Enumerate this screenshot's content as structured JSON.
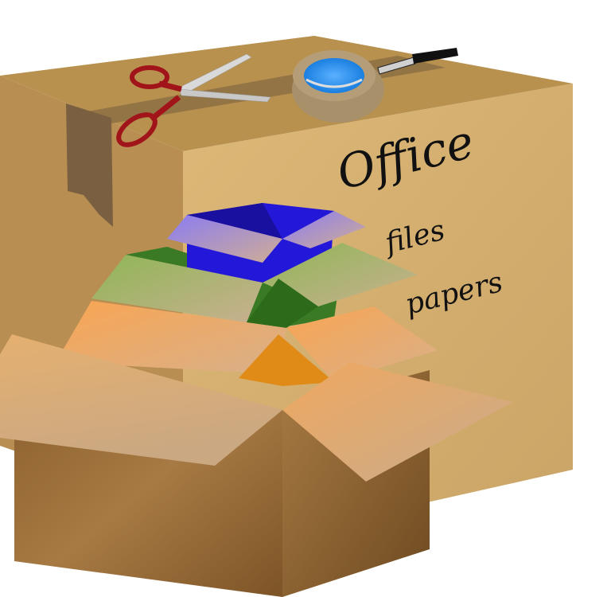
{
  "scene": {
    "description": "Clipart of office moving boxes",
    "big_box": {
      "title": "Office",
      "labels": [
        "files",
        "papers"
      ],
      "colors": {
        "top": "#b8914f",
        "front_right": "#d6b271",
        "left": "#b88e52",
        "tape": "#8a6d42",
        "flap_shadow": "#7a6040"
      }
    },
    "tools": {
      "scissors": {
        "handle_color": "#a0141a",
        "blade_color": "#d9d9d9"
      },
      "tape_roll": {
        "outer_color": "#a8906a",
        "inner_color": "#1a7fe0"
      },
      "marker": {
        "body_color": "#d0d0d0",
        "cap_color": "#111111"
      }
    },
    "stacked_boxes": [
      {
        "name": "blue",
        "color": "#2418d8",
        "flap_color": "#8a7cf0"
      },
      {
        "name": "green",
        "color": "#3a7a25",
        "flap_color": "#8db456"
      },
      {
        "name": "orange",
        "color": "#e08a18",
        "flap_color": "#f5a550"
      }
    ],
    "front_box": {
      "colors": {
        "front": "#9a6d38",
        "side": "#8c6030",
        "flap": "#d9ae74"
      }
    }
  }
}
